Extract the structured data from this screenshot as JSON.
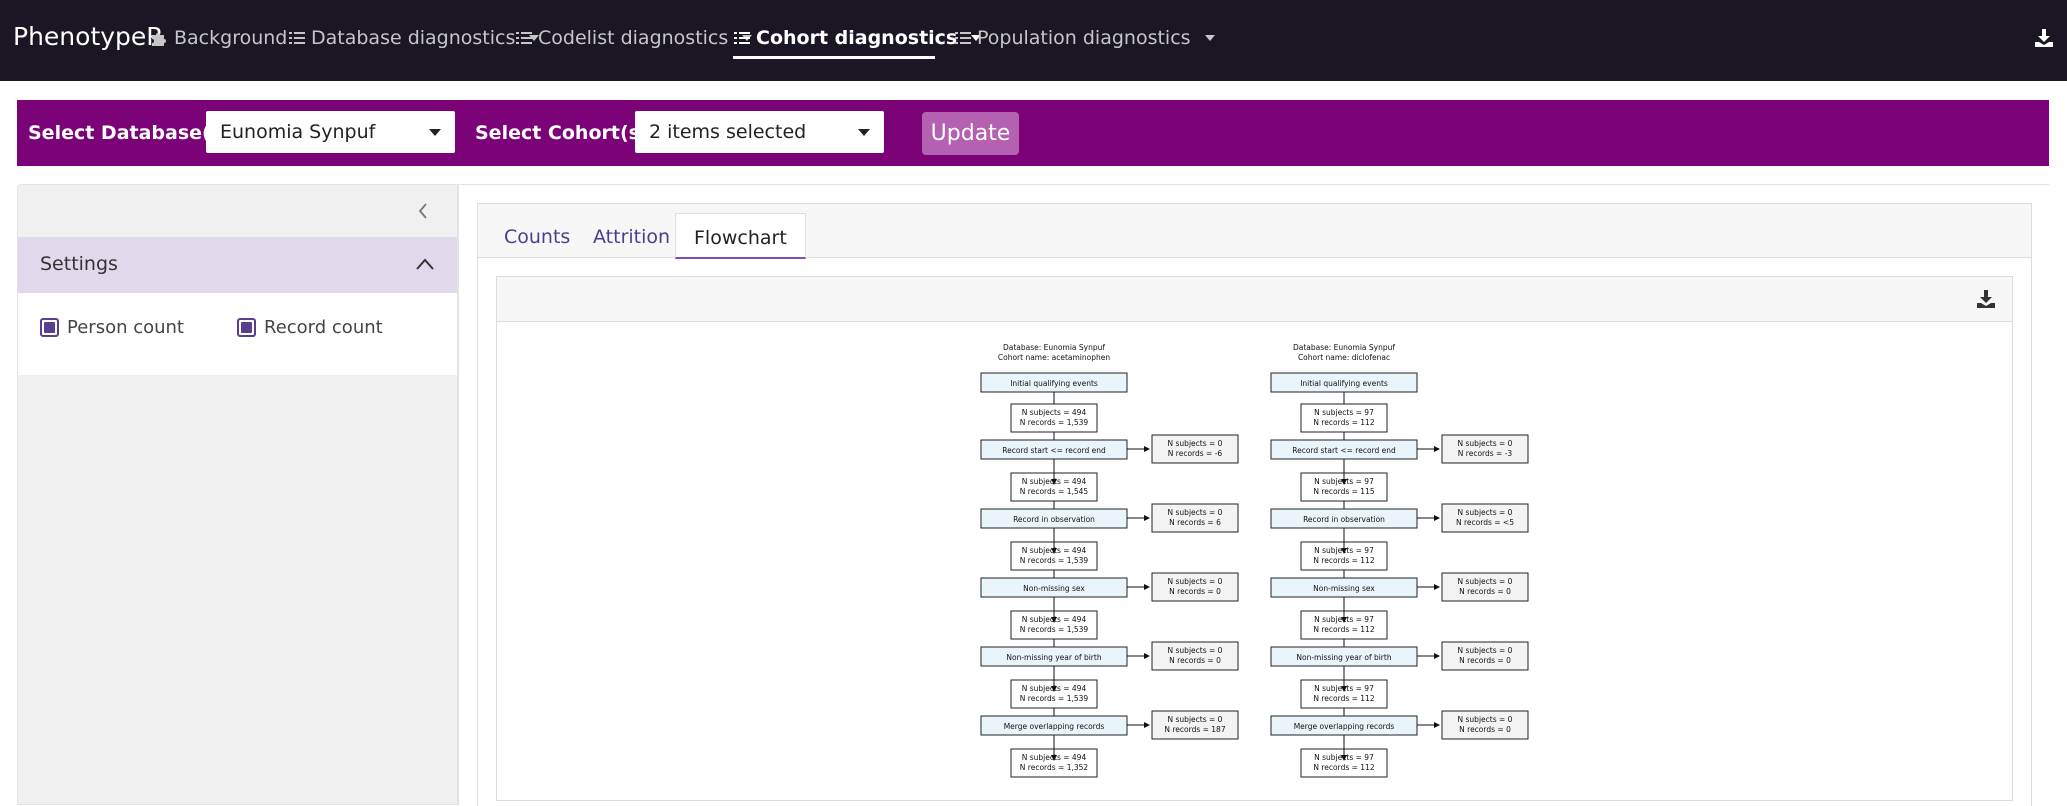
{
  "app": {
    "brand": "PhenotypeR"
  },
  "nav": {
    "items": [
      {
        "label": "Background",
        "icon": "puzzle-icon"
      },
      {
        "label": "Database diagnostics",
        "icon": "list-icon"
      },
      {
        "label": "Codelist diagnostics",
        "icon": "list-icon"
      },
      {
        "label": "Cohort diagnostics",
        "icon": "list-icon",
        "active": true
      },
      {
        "label": "Population diagnostics",
        "icon": "list-icon"
      }
    ]
  },
  "filters": {
    "database_label": "Select Database(s):",
    "database_value": "Eunomia Synpuf",
    "cohort_label": "Select Cohort(s):",
    "cohort_value": "2 items selected",
    "update_label": "Update"
  },
  "sidebar": {
    "settings_label": "Settings",
    "checkboxes": [
      {
        "label": "Person count",
        "checked": true
      },
      {
        "label": "Record count",
        "checked": true
      }
    ]
  },
  "tabs": [
    {
      "label": "Counts"
    },
    {
      "label": "Attrition"
    },
    {
      "label": "Flowchart",
      "active": true
    }
  ],
  "flowcharts": [
    {
      "database": "Database: Eunomia Synpuf",
      "cohort": "Cohort name: acetaminophen",
      "initial": "Initial qualifying events",
      "counts": [
        {
          "subjects": "N subjects = 494",
          "records": "N records = 1,539"
        },
        {
          "subjects": "N subjects = 494",
          "records": "N records = 1,545"
        },
        {
          "subjects": "N subjects = 494",
          "records": "N records = 1,539"
        },
        {
          "subjects": "N subjects = 494",
          "records": "N records = 1,539"
        },
        {
          "subjects": "N subjects = 494",
          "records": "N records = 1,539"
        },
        {
          "subjects": "N subjects = 494",
          "records": "N records = 1,352"
        }
      ],
      "steps": [
        {
          "label": "Record start <= record end",
          "excl_subjects": "N subjects = 0",
          "excl_records": "N records = -6"
        },
        {
          "label": "Record in observation",
          "excl_subjects": "N subjects = 0",
          "excl_records": "N records = 6"
        },
        {
          "label": "Non-missing sex",
          "excl_subjects": "N subjects = 0",
          "excl_records": "N records = 0"
        },
        {
          "label": "Non-missing year of birth",
          "excl_subjects": "N subjects = 0",
          "excl_records": "N records = 0"
        },
        {
          "label": "Merge overlapping records",
          "excl_subjects": "N subjects = 0",
          "excl_records": "N records = 187"
        }
      ]
    },
    {
      "database": "Database: Eunomia Synpuf",
      "cohort": "Cohort name: diclofenac",
      "initial": "Initial qualifying events",
      "counts": [
        {
          "subjects": "N subjects = 97",
          "records": "N records = 112"
        },
        {
          "subjects": "N subjects = 97",
          "records": "N records = 115"
        },
        {
          "subjects": "N subjects = 97",
          "records": "N records = 112"
        },
        {
          "subjects": "N subjects = 97",
          "records": "N records = 112"
        },
        {
          "subjects": "N subjects = 97",
          "records": "N records = 112"
        },
        {
          "subjects": "N subjects = 97",
          "records": "N records = 112"
        }
      ],
      "steps": [
        {
          "label": "Record start <= record end",
          "excl_subjects": "N subjects = 0",
          "excl_records": "N records = -3"
        },
        {
          "label": "Record in observation",
          "excl_subjects": "N subjects = 0",
          "excl_records": "N records = <5"
        },
        {
          "label": "Non-missing sex",
          "excl_subjects": "N subjects = 0",
          "excl_records": "N records = 0"
        },
        {
          "label": "Non-missing year of birth",
          "excl_subjects": "N subjects = 0",
          "excl_records": "N records = 0"
        },
        {
          "label": "Merge overlapping records",
          "excl_subjects": "N subjects = 0",
          "excl_records": "N records = 0"
        }
      ]
    }
  ]
}
